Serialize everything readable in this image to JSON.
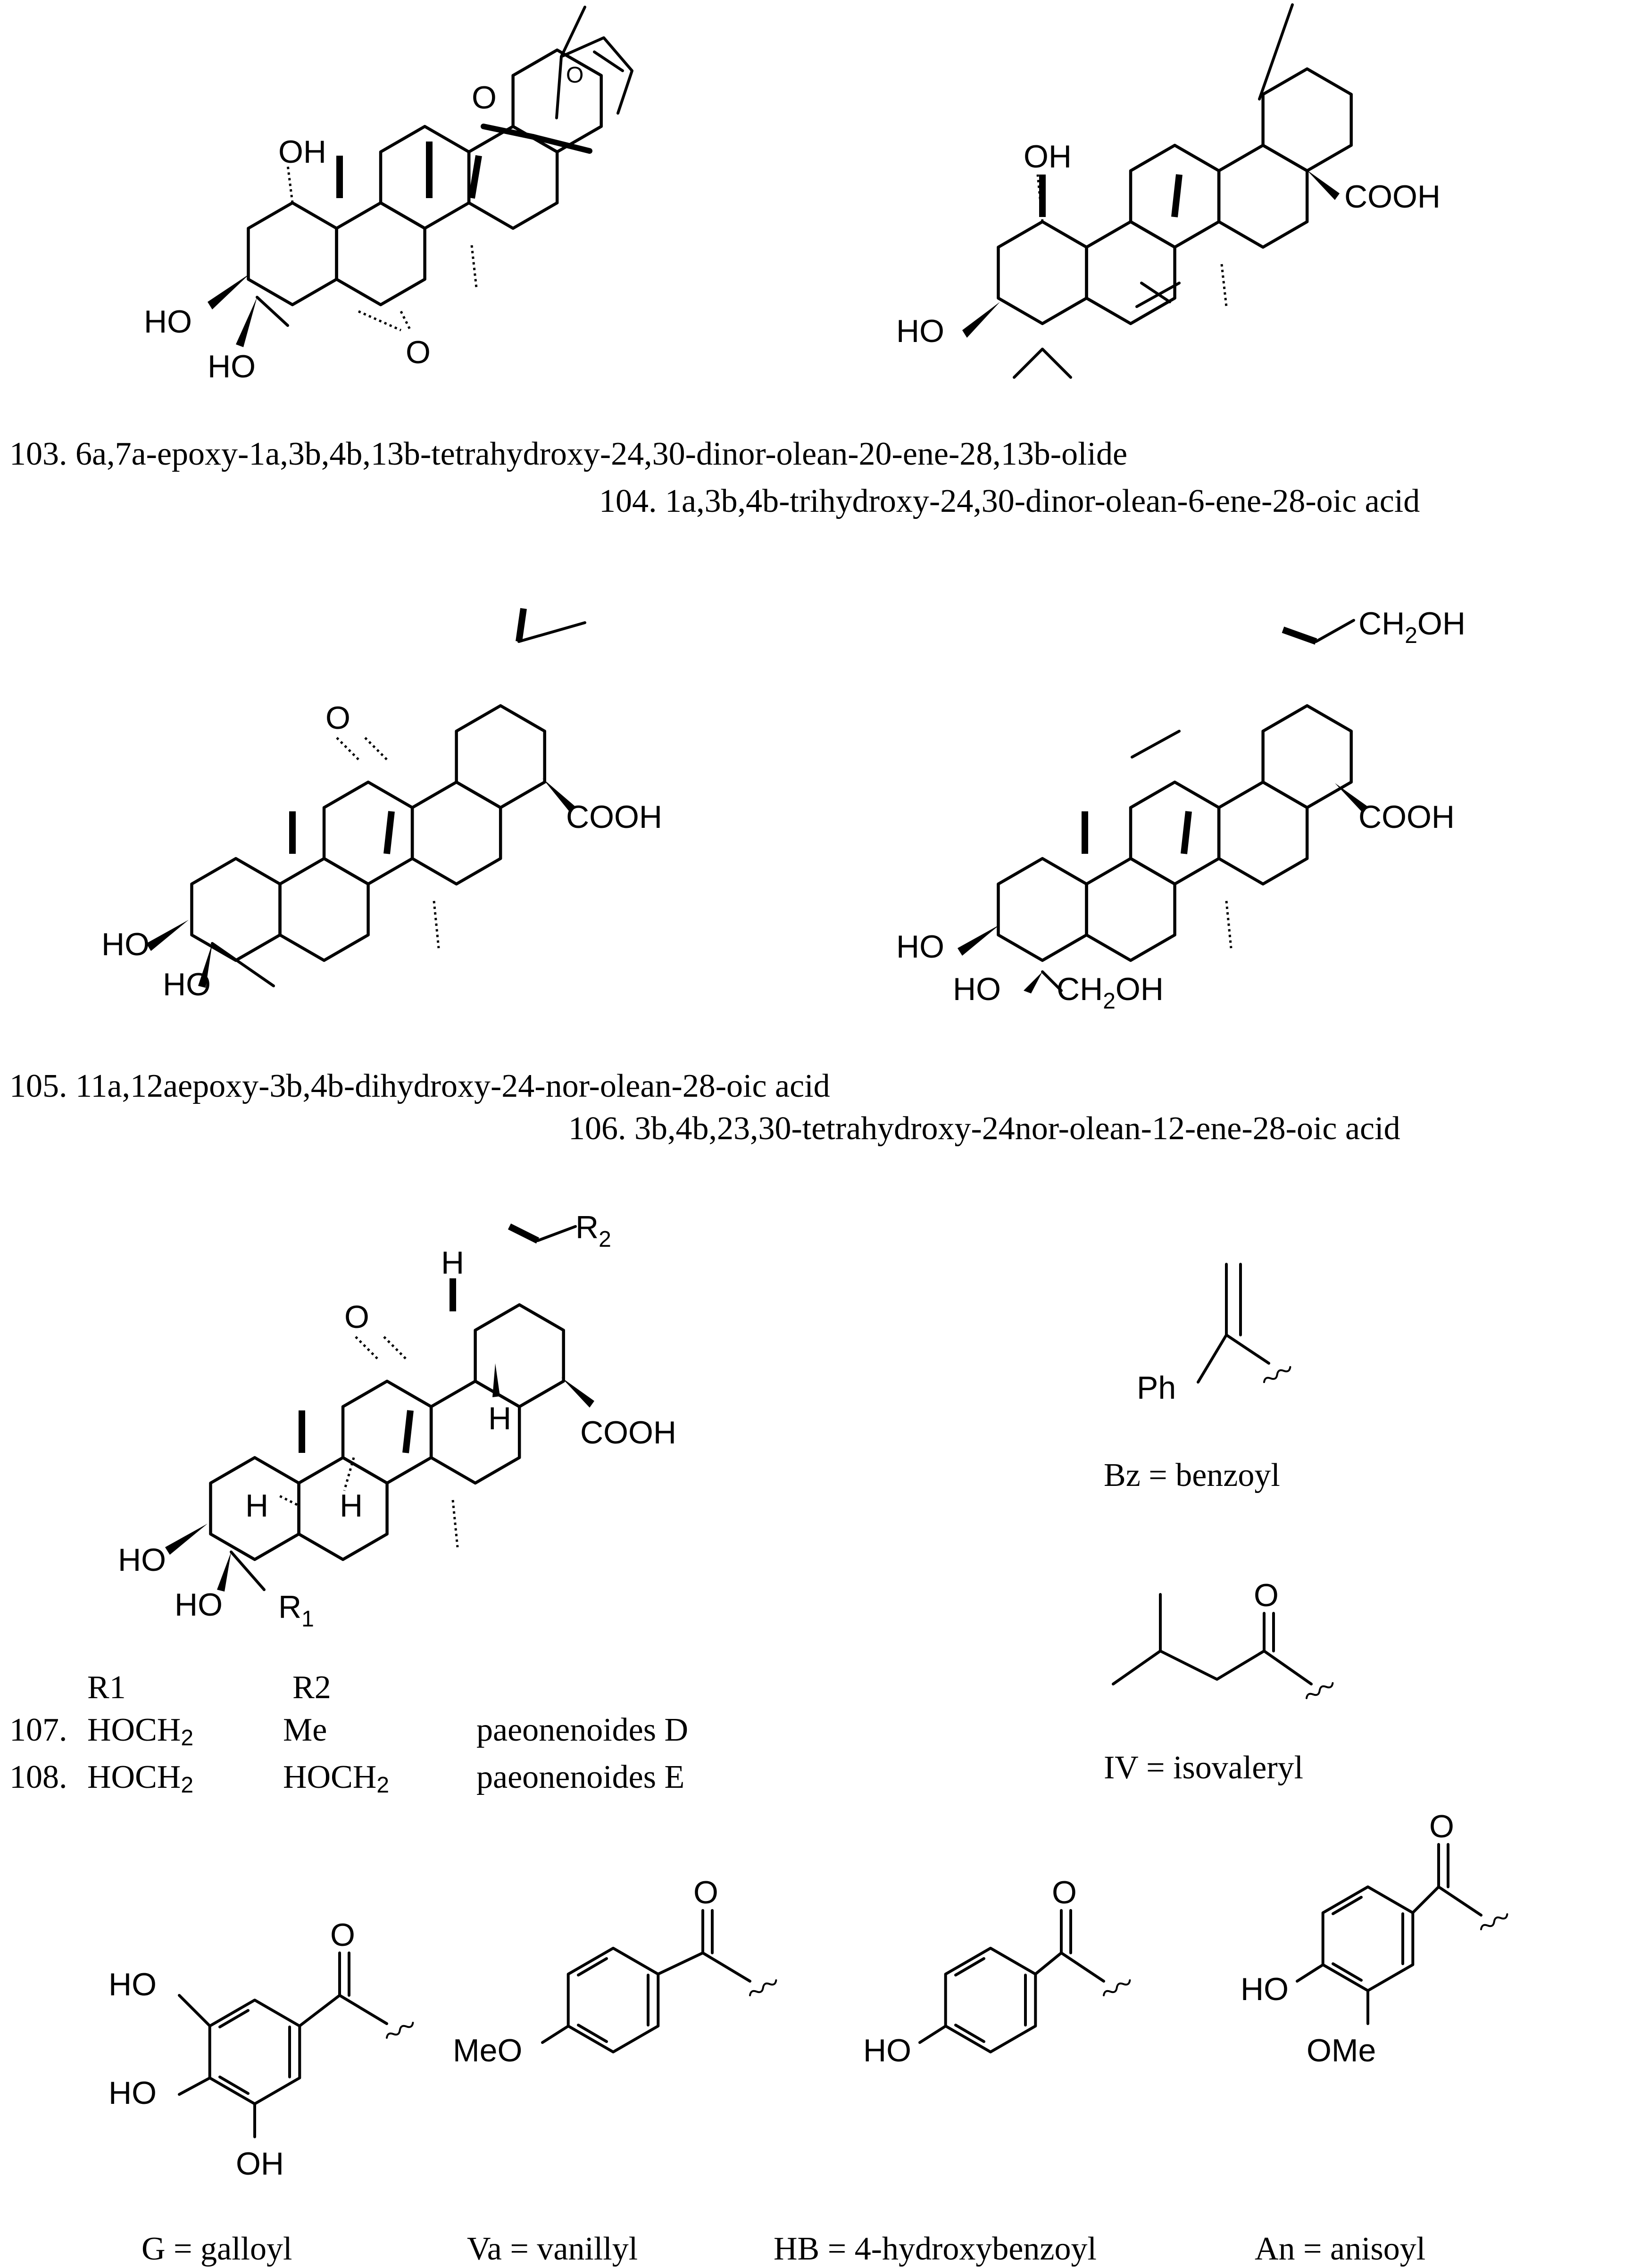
{
  "captions": {
    "c103": "103. 6a,7a-epoxy-1a,3b,4b,13b-tetrahydroxy-24,30-dinor-olean-20-ene-28,13b-olide",
    "c104": "104. 1a,3b,4b-trihydroxy-24,30-dinor-olean-6-ene-28-oic acid",
    "c105": "105. 11a,12aepoxy-3b,4b-dihydroxy-24-nor-olean-28-oic acid",
    "c106": "106. 3b,4b,23,30-tetrahydroxy-24nor-olean-12-ene-28-oic acid"
  },
  "labels": {
    "oh": "OH",
    "ho": "HO",
    "o": "O",
    "o_small": "O",
    "cooh": "COOH",
    "ch2oh": "CH",
    "ch2oh_sub": "2",
    "ch2oh_tail": "OH",
    "h": "H",
    "r": "R",
    "r1_sub": "1",
    "r2_sub": "2",
    "ph": "Ph",
    "meo": "MeO",
    "ome": "OMe"
  },
  "table": {
    "header_r1": "R1",
    "header_r2": "R2",
    "rows": [
      {
        "num": "107.",
        "r1": "HOCH",
        "r1_sub": "2",
        "r2": "Me",
        "r2_sub": "",
        "name": "paeonenoides D"
      },
      {
        "num": "108.",
        "r1": "HOCH",
        "r1_sub": "2",
        "r2": "HOCH",
        "r2_sub": "2",
        "name": "paeonenoides E"
      }
    ]
  },
  "groups": {
    "bz": "Bz = benzoyl",
    "iv": "IV = isovaleryl",
    "g": "G = galloyl",
    "va": "Va = vanillyl",
    "hb": "HB = 4-hydroxybenzoyl",
    "an": "An = anisoyl"
  }
}
